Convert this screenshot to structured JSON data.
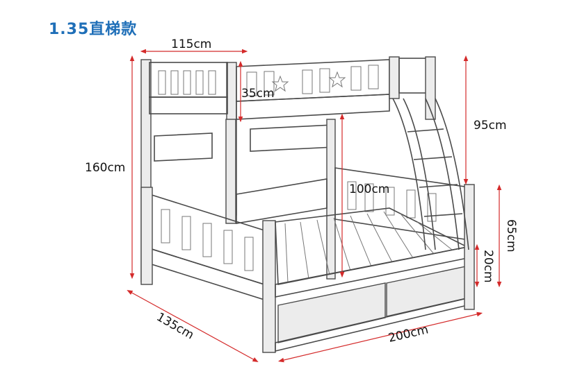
{
  "title": "1.35直梯款",
  "dimensions": {
    "top_width": "115cm",
    "rail_height": "35cm",
    "total_height": "160cm",
    "upper_height": "95cm",
    "lower_clearance": "100cm",
    "side_height": "65cm",
    "drawer_height": "20cm",
    "depth": "135cm",
    "length": "200cm"
  },
  "colors": {
    "title": "#1f6fb8",
    "dimension_line": "#d42a2a"
  }
}
